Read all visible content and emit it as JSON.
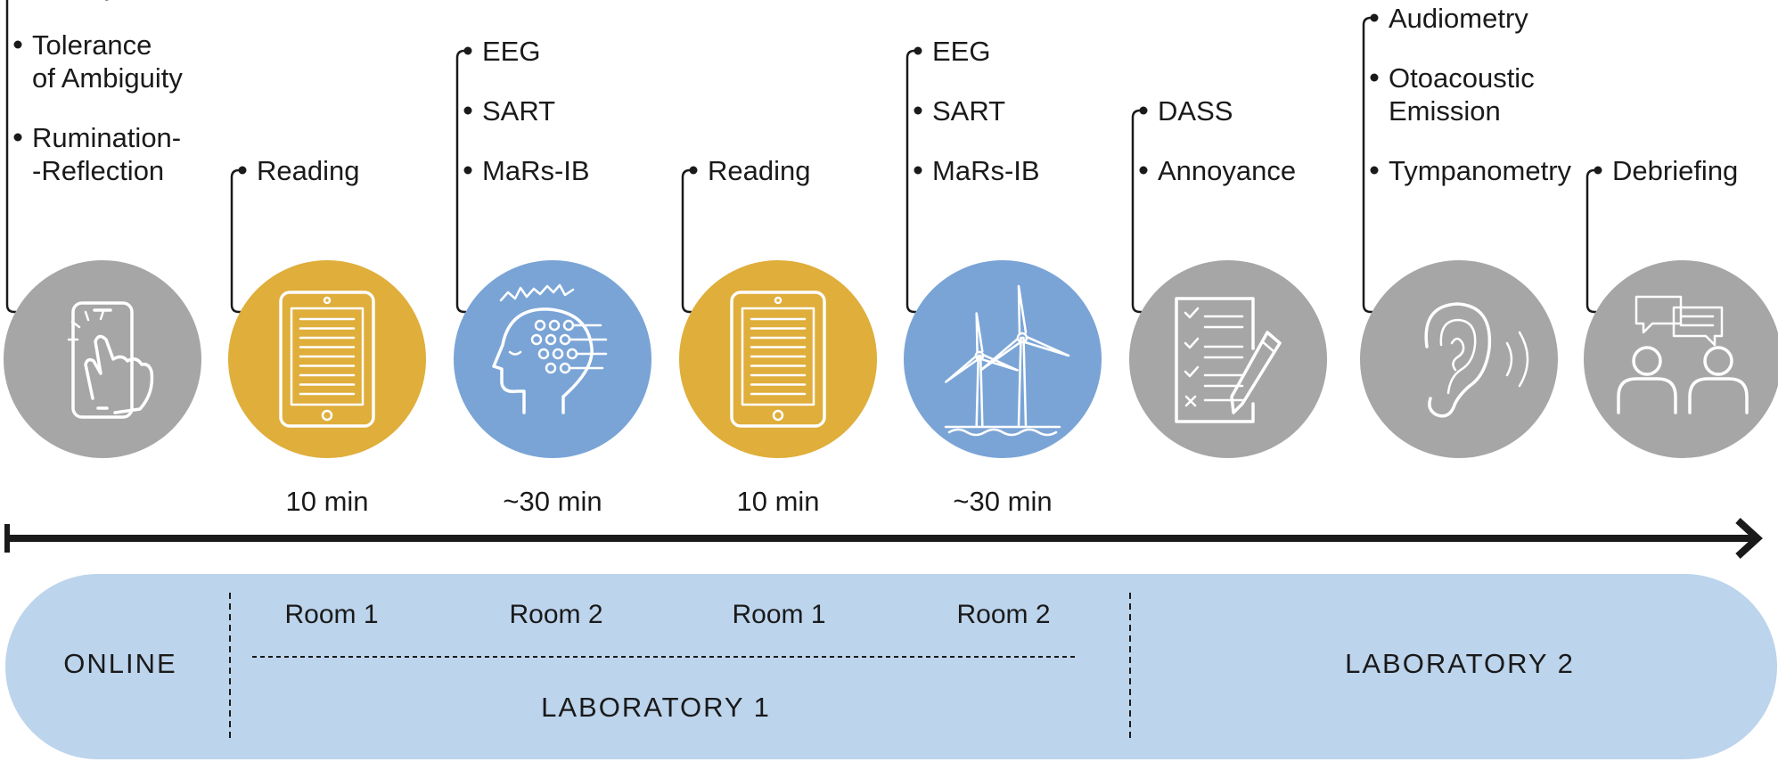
{
  "colors": {
    "gray": "#a6a6a6",
    "gold": "#dfae3b",
    "blue": "#7aa4d6",
    "band": "#bcd4ec",
    "ink": "#1a1a1a"
  },
  "steps": [
    {
      "icon": "smartphone-touch-icon",
      "color": "gray",
      "items": [
        "Survey",
        "Tolerance\nof Ambiguity",
        "Rumination-\n-Reflection"
      ],
      "duration": ""
    },
    {
      "icon": "tablet-reading-icon",
      "color": "gold",
      "items": [
        "Reading"
      ],
      "duration": "10 min"
    },
    {
      "icon": "eeg-head-icon",
      "color": "blue",
      "items": [
        "EEG",
        "SART",
        "MaRs-IB"
      ],
      "duration": "~30 min"
    },
    {
      "icon": "tablet-reading-icon",
      "color": "gold",
      "items": [
        "Reading"
      ],
      "duration": "10 min"
    },
    {
      "icon": "wind-turbines-icon",
      "color": "blue",
      "items": [
        "EEG",
        "SART",
        "MaRs-IB"
      ],
      "duration": "~30 min"
    },
    {
      "icon": "checklist-pencil-icon",
      "color": "gray",
      "items": [
        "DASS",
        "Annoyance"
      ],
      "duration": ""
    },
    {
      "icon": "ear-sound-icon",
      "color": "gray",
      "items": [
        "Audiometry",
        "Otoacoustic\nEmission",
        "Tympanometry"
      ],
      "duration": ""
    },
    {
      "icon": "conversation-icon",
      "color": "gray",
      "items": [
        "Debriefing"
      ],
      "duration": ""
    }
  ],
  "rooms": [
    "Room 1",
    "Room 2",
    "Room 1",
    "Room 2"
  ],
  "sections": {
    "online": "ONLINE",
    "lab1": "LABORATORY 1",
    "lab2": "LABORATORY 2"
  }
}
